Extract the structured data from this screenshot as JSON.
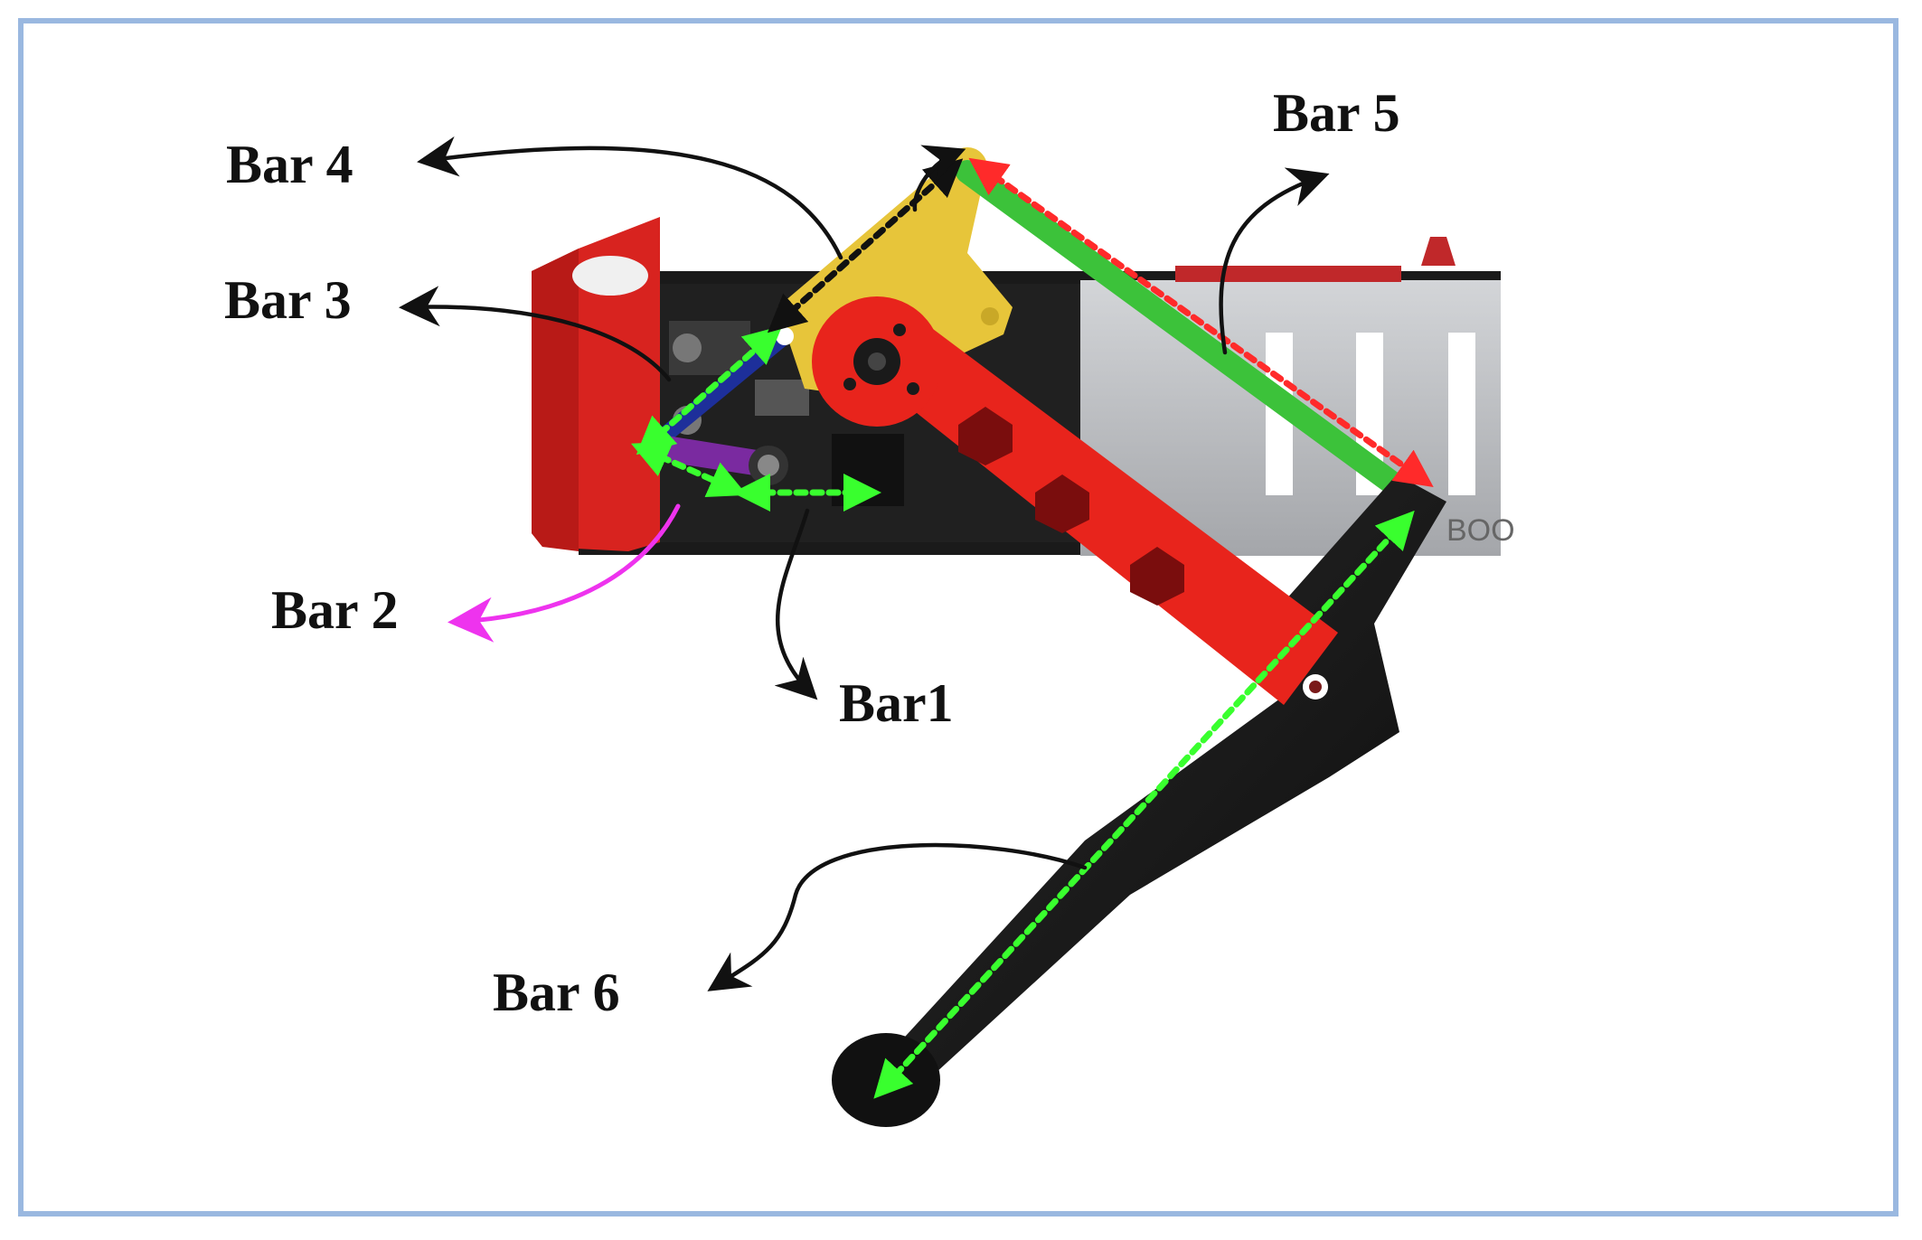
{
  "labels": {
    "bar1": "Bar1",
    "bar2": "Bar 2",
    "bar3": "Bar 3",
    "bar4": "Bar 4",
    "bar5": "Bar 5",
    "bar6": "Bar 6"
  },
  "colors": {
    "frame_border": "#9ab8e0",
    "red_body": "#d8231f",
    "red_arm": "#e8241c",
    "yellow_link": "#e7c53a",
    "green_bar": "#3cc23a",
    "blue_link": "#1d2f9a",
    "purple_link": "#7a2aa0",
    "black_leg": "#151515",
    "gray_rail": "#b9bbbf",
    "dashed_green": "#39ff2e",
    "dashed_red": "#ff2a2a",
    "magenta_arrow": "#ee33ee"
  }
}
